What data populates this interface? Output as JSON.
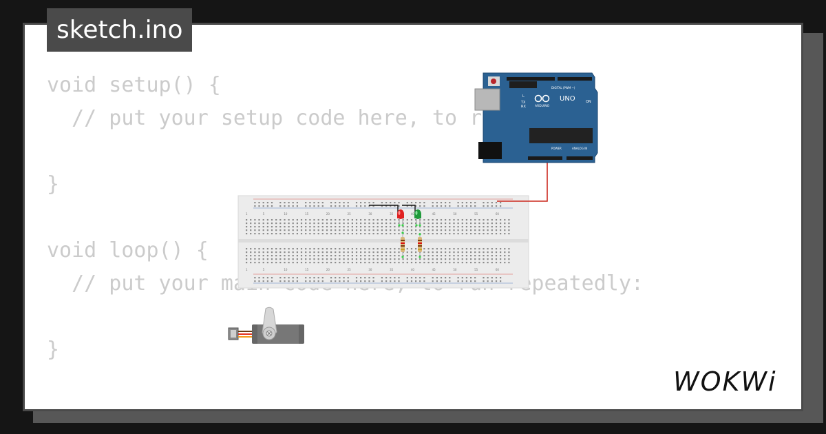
{
  "tab": {
    "filename": "sketch.ino"
  },
  "code": {
    "lines": [
      "void setup() {",
      "  // put your setup code here, to run once:",
      "",
      "}",
      "",
      "void loop() {",
      "  // put your main code here, to run repeatedly:",
      "",
      "}"
    ]
  },
  "arduino": {
    "model": "UNO",
    "brand": "ARDUINO",
    "labels": {
      "digital": "DIGITAL (PWM ~)",
      "power": "POWER",
      "analog": "ANALOG IN",
      "tx": "TX",
      "rx": "RX",
      "on": "ON",
      "l": "L"
    }
  },
  "leds": [
    {
      "color": "red"
    },
    {
      "color": "green"
    }
  ],
  "breadboard": {
    "column_labels": [
      "1",
      "5",
      "10",
      "15",
      "20",
      "25",
      "30",
      "35",
      "40",
      "45",
      "50",
      "55",
      "60"
    ]
  },
  "logo": {
    "text": "WOKWi"
  },
  "colors": {
    "background": "#151515",
    "tab": "#4a4a4a",
    "code_text": "#cbcbcb",
    "board_blue": "#2b6192",
    "wire_red": "#cc2a1f"
  }
}
